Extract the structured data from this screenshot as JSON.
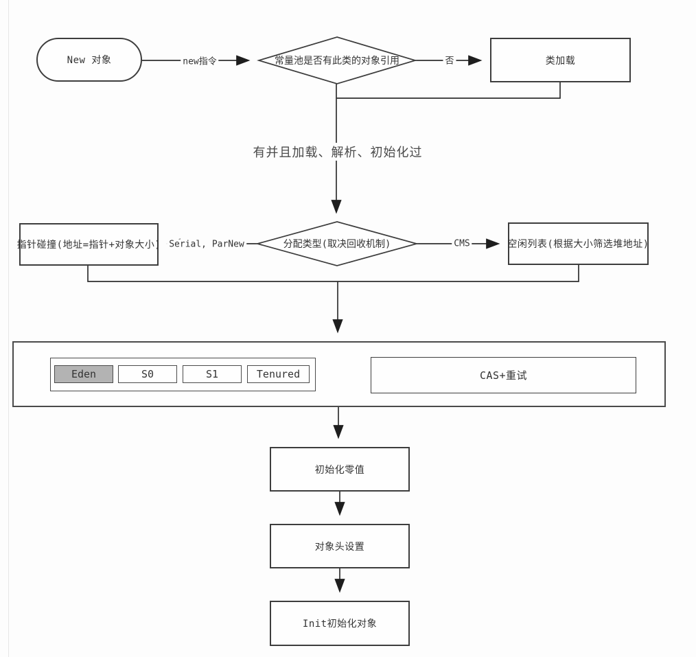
{
  "diagram": {
    "nodes": {
      "start": {
        "label": "New 对象"
      },
      "check_constant_pool": {
        "label": "常量池是否有此类的对象引用"
      },
      "class_load": {
        "label": "类加载"
      },
      "alloc_type": {
        "label": "分配类型(取决回收机制)"
      },
      "pointer_bump": {
        "label": "指针碰撞(地址=指针+对象大小)"
      },
      "free_list": {
        "label": "空闲列表(根据大小筛选堆地址)"
      },
      "heap_regions": {
        "eden": "Eden",
        "s0": "S0",
        "s1": "S1",
        "tenured": "Tenured"
      },
      "cas_retry": {
        "label": "CAS+重试"
      },
      "init_zero": {
        "label": "初始化零值"
      },
      "object_header": {
        "label": "对象头设置"
      },
      "init_object": {
        "label": "Init初始化对象"
      }
    },
    "edges": {
      "new_instruction": "new指令",
      "no": "否",
      "loaded_resolved_initialized": "有并且加载、解析、初始化过",
      "serial_parnew": "Serial, ParNew",
      "cms": "CMS"
    },
    "colors": {
      "line": "#2e2e2e",
      "eden_fill": "#b3b3b3",
      "background": "#fdfdfd"
    }
  }
}
